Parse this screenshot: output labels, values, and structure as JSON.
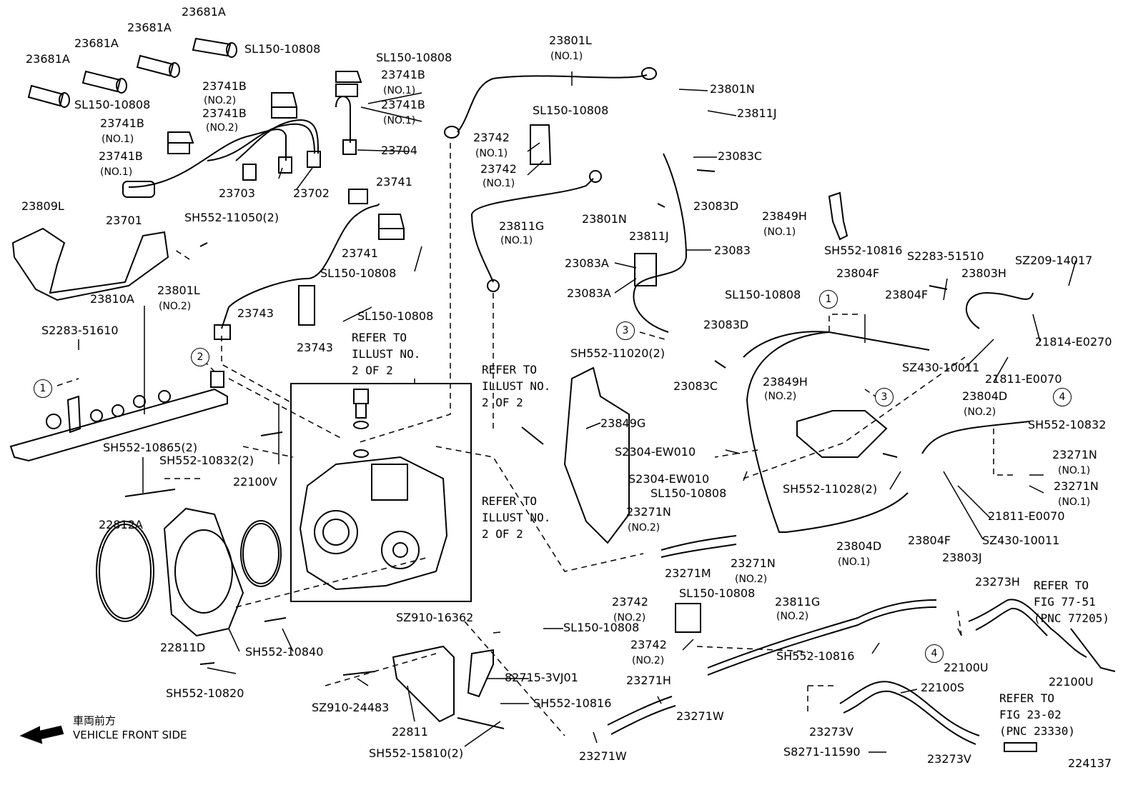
{
  "labels": {
    "l1": "23681A",
    "l2": "23681A",
    "l3": "23681A",
    "l4": "23681A",
    "l5": "SL150-10808",
    "l6": "SL150-10808",
    "l7": "23741B",
    "l8": "(NO.2)",
    "l9": "23741B",
    "l10": "(NO.2)",
    "l11": "23741B",
    "l12": "(NO.1)",
    "l13": "23741B",
    "l14": "(NO.1)",
    "l15": "SL150-10808",
    "l16": "23741B",
    "l17": "(NO.1)",
    "l18": "23741B",
    "l19": "(NO.1)",
    "l20": "23704",
    "l21": "23801L",
    "l22": "(NO.1)",
    "l23": "23801N",
    "l24": "23811J",
    "l25": "SL150-10808",
    "l26": "23742",
    "l27": "(NO.1)",
    "l28": "23742",
    "l29": "(NO.1)",
    "l30": "23083C",
    "l31": "23083D",
    "l32": "23703",
    "l33": "23702",
    "l34": "23809L",
    "l35": "23701",
    "l36": "SH552-11050(2)",
    "l37": "23741",
    "l38": "23741",
    "l39": "SL150-10808",
    "l40": "23811G",
    "l41": "(NO.1)",
    "l42": "23801N",
    "l43": "23811J",
    "l44": "23083",
    "l45": "23849H",
    "l46": "(NO.1)",
    "l47": "SH552-10816",
    "l48": "S2283-51510",
    "l49": "SZ209-14017",
    "l50": "23803H",
    "l51": "23083A",
    "l52": "23083A",
    "l53": "SL150-10808",
    "l54": "23804F",
    "l55": "23804F",
    "l56": "23801L",
    "l57": "(NO.2)",
    "l58": "23810A",
    "l59": "23743",
    "l60": "SL150-10808",
    "l61": "23743",
    "l62": "S2283-51610",
    "l63": "23083D",
    "l64": "SH552-11020(2)",
    "l65": "21814-E0270",
    "l66": "SZ430-10011",
    "l67": "21811-E0070",
    "l68": "23083C",
    "l69": "23849H",
    "l70": "(NO.2)",
    "l71": "23804D",
    "l72": "(NO.2)",
    "l73": "23849G",
    "l74": "SH552-10832",
    "l75": "S2304-EW010",
    "l76": "S2304-EW010",
    "l77": "SL150-10808",
    "l78": "23271N",
    "l79": "(NO.1)",
    "l80": "23271N",
    "l81": "(NO.1)",
    "l82": "SH552-10865(2)",
    "l83": "SH552-10832(2)",
    "l84": "22100V",
    "l85": "SH552-11028(2)",
    "l86": "21811-E0070",
    "l87": "22812A",
    "l88": "23271N",
    "l89": "(NO.2)",
    "l90": "SZ430-10011",
    "l91": "23804F",
    "l92": "23804D",
    "l93": "(NO.1)",
    "l94": "23803J",
    "l95": "23271M",
    "l96": "23271N",
    "l97": "(NO.2)",
    "l98": "23273H",
    "l99": "SL150-10808",
    "l100": "23811G",
    "l101": "(NO.2)",
    "l102": "23742",
    "l103": "(NO.2)",
    "l104": "SZ910-16362",
    "l105": "SL150-10808",
    "l106": "22811D",
    "l107": "SH552-10840",
    "l108": "23742",
    "l109": "(NO.2)",
    "l110": "SH552-10816",
    "l111": "22100U",
    "l112": "22100U",
    "l113": "82715-3VJ01",
    "l114": "23271H",
    "l115": "22100S",
    "l116": "SH552-10820",
    "l117": "SZ910-24483",
    "l118": "SH552-10816",
    "l119": "23271W",
    "l120": "23273V",
    "l121": "22811",
    "l122": "SH552-15810(2)",
    "l123": "23271W",
    "l124": "S8271-11590",
    "l125": "23273V",
    "l126": "224137"
  },
  "references": {
    "r1": "REFER TO\nILLUST NO.\n2 OF 2",
    "r2": "REFER TO\nILLUST NO.\n2 OF 2",
    "r3": "REFER TO\nILLUST NO.\n2 OF 2",
    "r4": "REFER TO\nFIG 77-51\n(PNC 77205)",
    "r5": "REFER TO\nFIG 23-02\n(PNC 23330)"
  },
  "circles": {
    "c1": "1",
    "c2": "2",
    "c3": "1",
    "c4": "3",
    "c5": "3",
    "c6": "4",
    "c7": "4"
  },
  "legend": {
    "japanese": "車両前方",
    "english": "VEHICLE FRONT SIDE"
  }
}
